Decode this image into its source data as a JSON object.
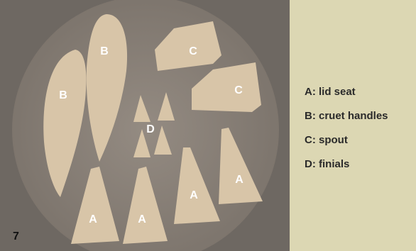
{
  "figure_number": "7",
  "colors": {
    "panel_background": "#dcd7b3",
    "photo_background": "#6e6862",
    "board": "#8a8178",
    "cardboard": "#d8c5a8",
    "label_text": "#ffffff"
  },
  "shape_labels": {
    "a": "A",
    "b": "B",
    "c": "C",
    "d": "D"
  },
  "legend": [
    {
      "key": "A",
      "text": "A: lid seat"
    },
    {
      "key": "B",
      "text": "B: cruet handles"
    },
    {
      "key": "C",
      "text": "C: spout"
    },
    {
      "key": "D",
      "text": "D: finials"
    }
  ]
}
